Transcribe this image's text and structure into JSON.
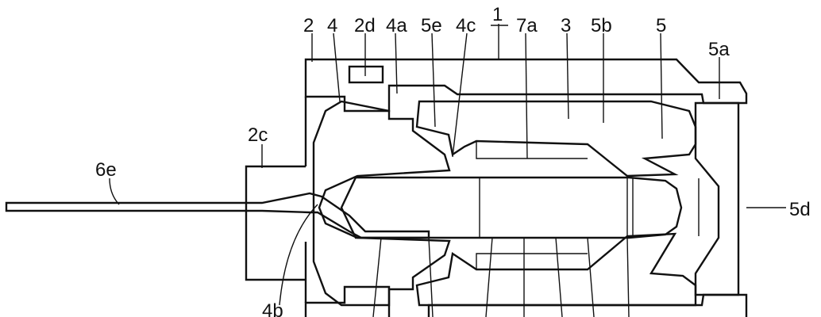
{
  "figure": {
    "labels": [
      "2",
      "4",
      "2d",
      "4a",
      "5e",
      "4c",
      "1",
      "7a",
      "3",
      "5b",
      "5",
      "5a",
      "2c",
      "6e",
      "5d",
      "4b"
    ]
  },
  "colors": {
    "ink": "#111111",
    "background": "#ffffff"
  }
}
